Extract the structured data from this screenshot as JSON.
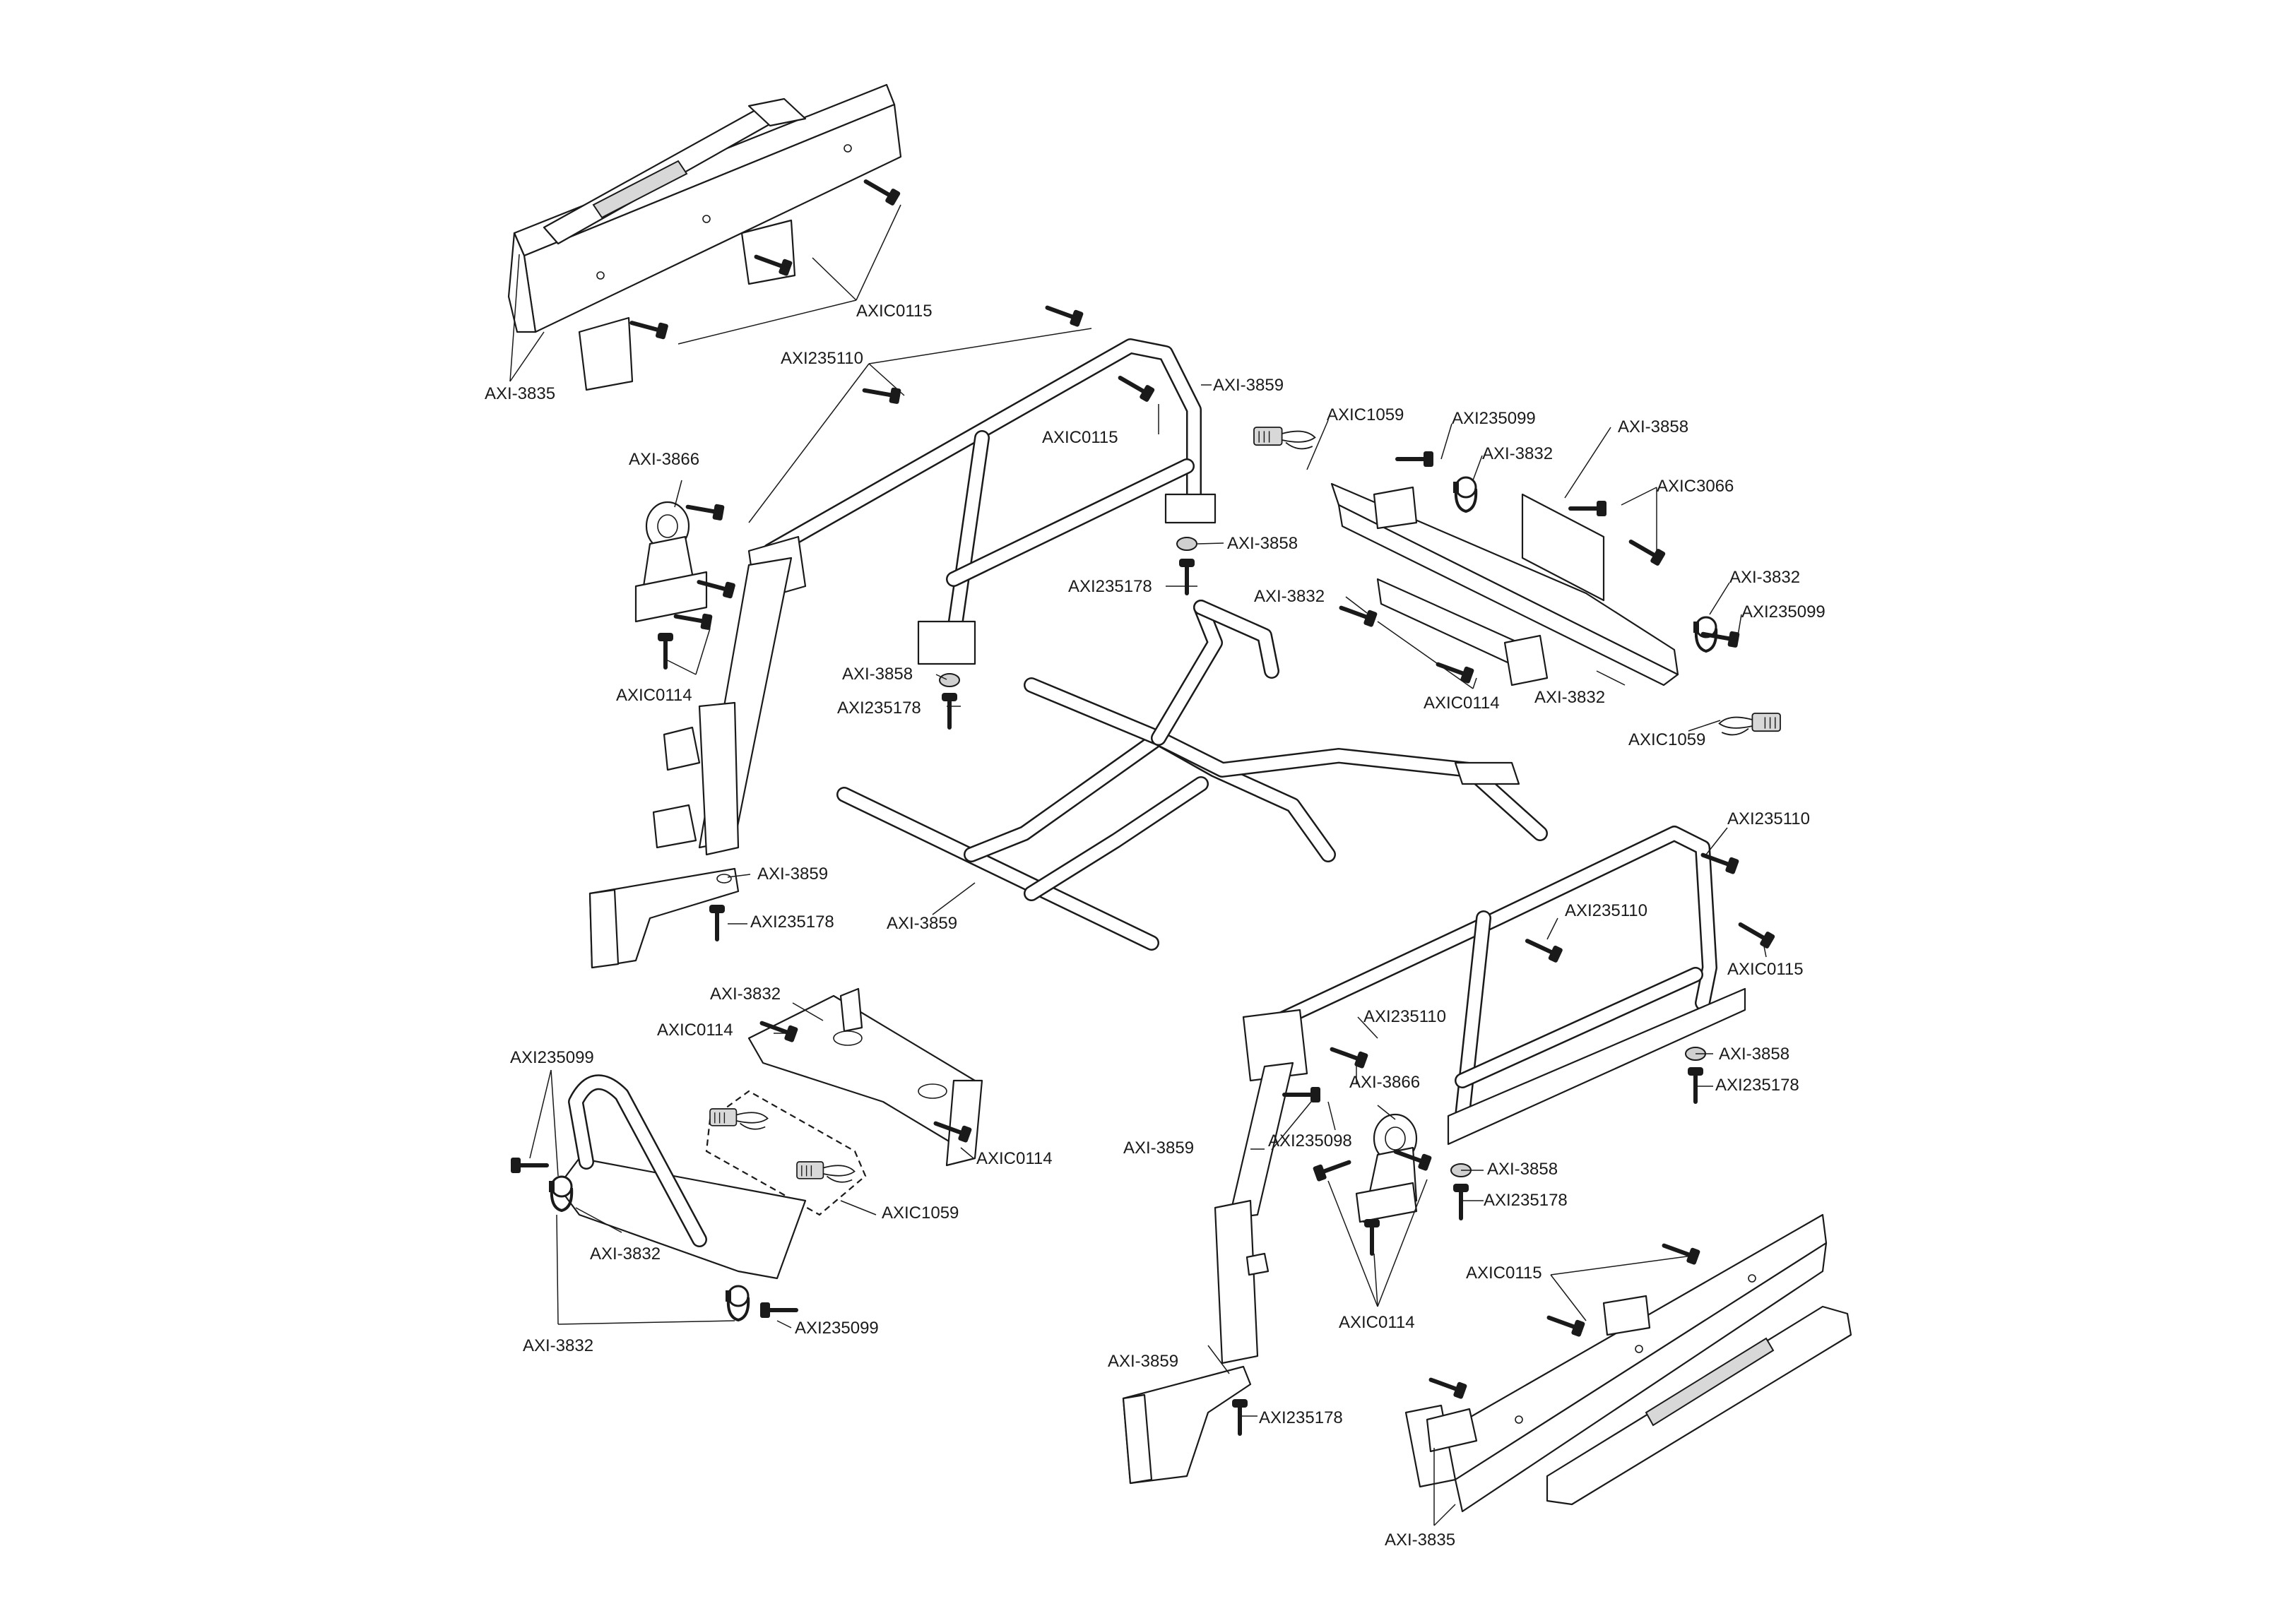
{
  "labels": {
    "l01": "AXIC0115",
    "l02": "AXI-3835",
    "l03": "AXI235110",
    "l04": "AXI-3859",
    "l05": "AXIC0115",
    "l06": "AXIC1059",
    "l07": "AXI235099",
    "l08": "AXI-3858",
    "l09": "AXI-3832",
    "l10": "AXIC3066",
    "l11": "AXI-3866",
    "l12": "AXI-3858",
    "l13": "AXI235178",
    "l14": "AXI-3832",
    "l15": "AXI-3832",
    "l16": "AXI235099",
    "l17": "AXI-3858",
    "l18": "AXI235178",
    "l19": "AXIC0114",
    "l20": "AXIC0114",
    "l21": "AXI-3832",
    "l22": "AXIC1059",
    "l23": "AXI-3859",
    "l24": "AXI235178",
    "l25": "AXI-3859",
    "l26": "AXI235110",
    "l27": "AXI235110",
    "l28": "AXIC0115",
    "l29": "AXI-3832",
    "l30": "AXIC0114",
    "l31": "AXI235099",
    "l32": "AXI235110",
    "l33": "AXI-3858",
    "l34": "AXI235178",
    "l35": "AXI-3866",
    "l36": "AXIC0114",
    "l37": "AXI-3859",
    "l38": "AXI235098",
    "l39": "AXIC1059",
    "l40": "AXI-3858",
    "l41": "AXI-3832",
    "l42": "AXI235178",
    "l43": "AXI-3832",
    "l44": "AXI235099",
    "l45": "AXIC0115",
    "l46": "AXIC0114",
    "l47": "AXI-3859",
    "l48": "AXI235178",
    "l49": "AXI-3835"
  }
}
